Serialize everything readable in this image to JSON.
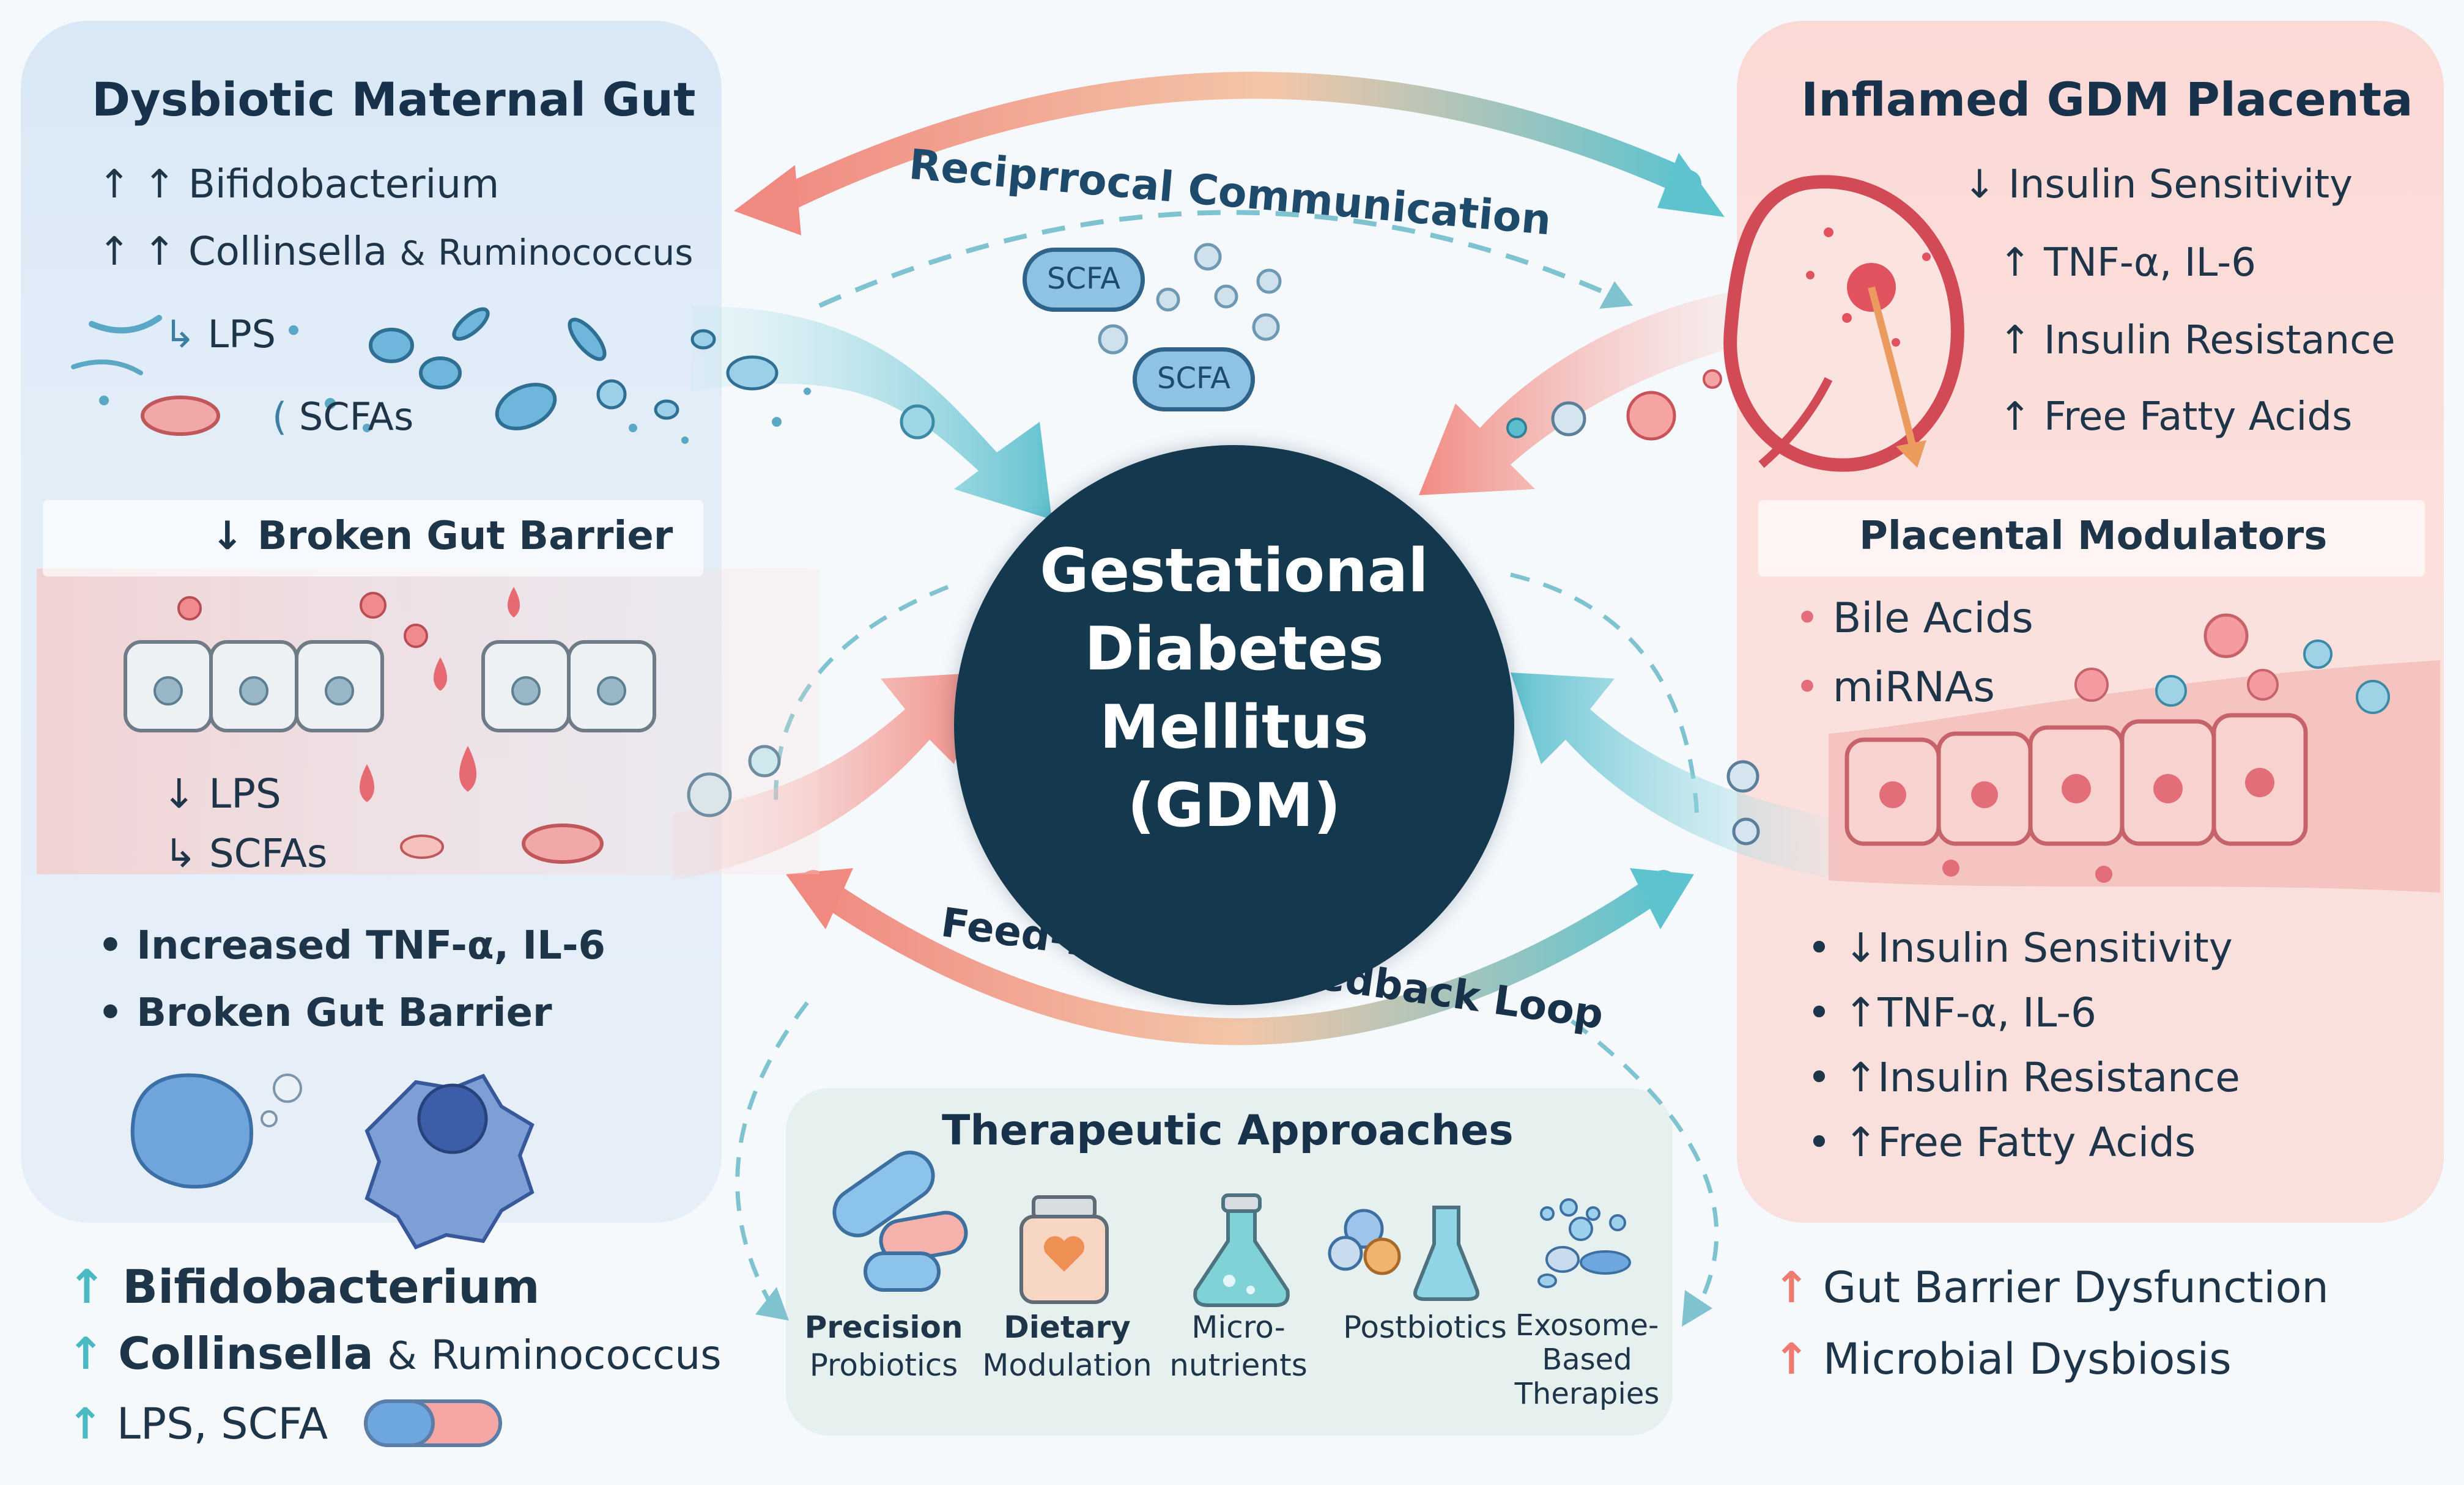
{
  "center": {
    "title_lines": [
      "Gestational",
      "Diabetes",
      "Mellitus",
      "(GDM)"
    ]
  },
  "arcs": {
    "top_label": "Reciprrocal Communication",
    "bottom_label": "Feed-Forward  Feedback Loop",
    "scfa_badge": "SCFA"
  },
  "left": {
    "title": "Dysbiotic Maternal Gut",
    "top_items": [
      {
        "arrow": "↑ ↑",
        "text": "Bifidobacterium"
      },
      {
        "arrow": "↑ ↑",
        "text": "Collinsella",
        "connector": "&",
        "text2": "Ruminococcus"
      }
    ],
    "markers": [
      {
        "arrow": "↳",
        "text": "LPS"
      },
      {
        "arrow": "(",
        "text": "SCFAs"
      }
    ],
    "band_title": "↓ Broken Gut Barrier",
    "mid_items": [
      {
        "arrow": "↓",
        "text": "LPS"
      },
      {
        "arrow": "↳",
        "text": "SCFAs"
      }
    ],
    "bullets": [
      "Increased TNF-α, IL-6",
      "Broken Gut Barrier"
    ],
    "outside_items": [
      {
        "arrow": "↑",
        "text": "Bifidobacterium"
      },
      {
        "arrow": "↑",
        "text": "Collinsella",
        "connector": "&",
        "text2": "Ruminococcus"
      },
      {
        "arrow": "↑",
        "text": "LPS, SCFA"
      }
    ]
  },
  "right": {
    "title": "Inflamed GDM Placenta",
    "top_items": [
      {
        "arrow": "↓",
        "text": "Insulin Sensitivity"
      },
      {
        "arrow": "↑",
        "text": "TNF-α, IL-6"
      },
      {
        "arrow": "↑",
        "text": "Insulin Resistance"
      },
      {
        "arrow": "↑",
        "text": "Free Fatty Acids"
      }
    ],
    "band_title": "Placental Modulators",
    "modulators": [
      "Bile Acids",
      "miRNAs"
    ],
    "bullets": [
      {
        "arrow": "↓",
        "text": "Insulin Sensitivity"
      },
      {
        "arrow": "↑",
        "text": "TNF-α, IL-6"
      },
      {
        "arrow": "↑",
        "text": "Insulin Resistance"
      },
      {
        "arrow": "↑",
        "text": "Free Fatty Acids"
      }
    ],
    "outside_items": [
      {
        "arrow": "↑",
        "text": "Gut Barrier Dysfunction"
      },
      {
        "arrow": "↑",
        "text": "Microbial Dysbiosis"
      }
    ]
  },
  "therapy": {
    "title": "Therapeutic Approaches",
    "items": [
      {
        "line1": "Precision",
        "line2": "Probiotics",
        "icon": "capsule-icon"
      },
      {
        "line1": "Dietary",
        "line2": "Modulation",
        "icon": "jar-heart-icon"
      },
      {
        "line1": "Micro-",
        "line2": "nutrients",
        "icon": "flask-icon"
      },
      {
        "line1": "Postbiotics",
        "line2": "",
        "icon": "postbiotic-icon"
      },
      {
        "line1": "Exosome-",
        "line2": "Based",
        "line3": "Therapies",
        "icon": "exosome-icon"
      }
    ]
  },
  "colors": {
    "hub": "#14394f",
    "teal": "#5cc0cc",
    "salmon": "#f1877e",
    "left_panel": "#dde9f6",
    "right_panel": "#fbdcd8",
    "therapy_panel": "#e6f1ef"
  }
}
